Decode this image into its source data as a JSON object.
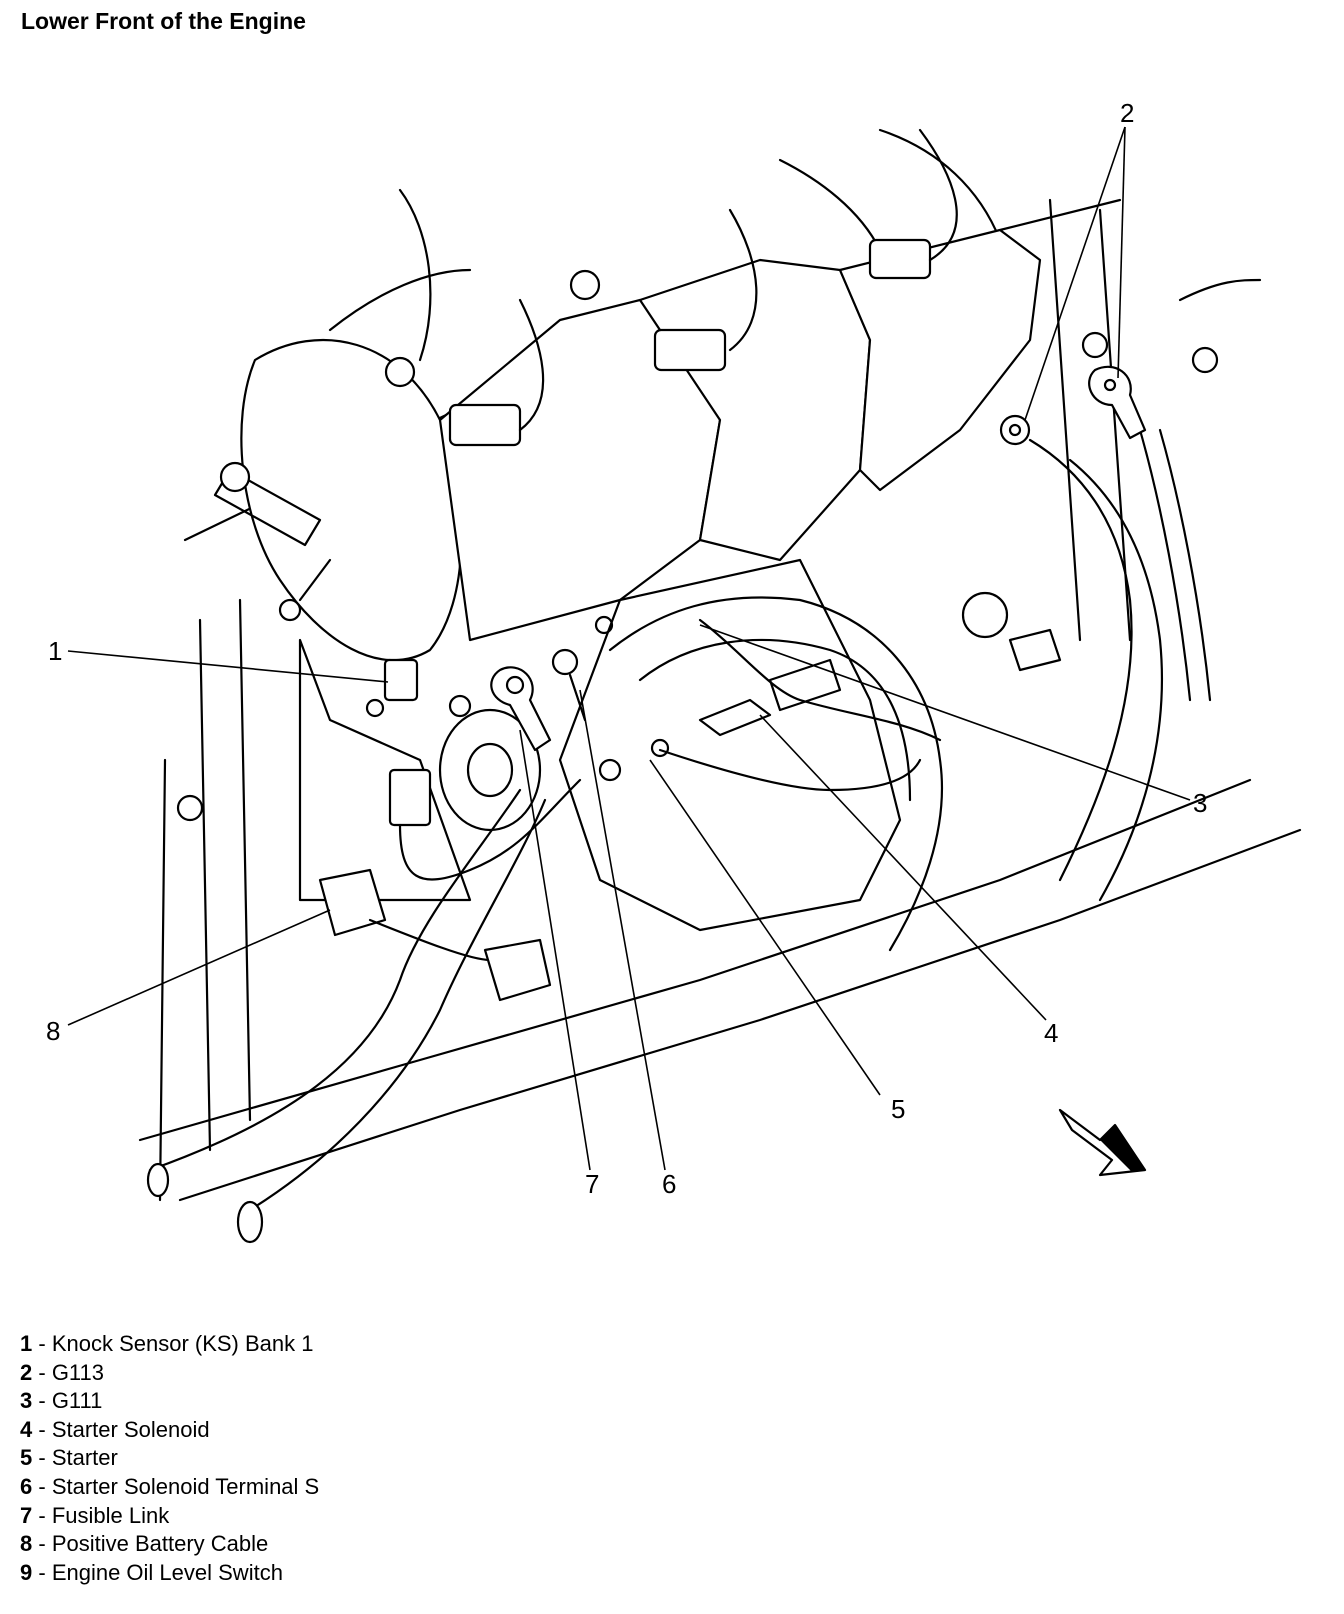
{
  "title": "Lower Front of the Engine",
  "callouts": [
    "1",
    "2",
    "3",
    "4",
    "5",
    "6",
    "7",
    "8"
  ],
  "legend": [
    {
      "num": "1",
      "text": "Knock Sensor (KS) Bank 1"
    },
    {
      "num": "2",
      "text": "G113"
    },
    {
      "num": "3",
      "text": "G111"
    },
    {
      "num": "4",
      "text": "Starter Solenoid"
    },
    {
      "num": "5",
      "text": "Starter"
    },
    {
      "num": "6",
      "text": "Starter Solenoid Terminal S"
    },
    {
      "num": "7",
      "text": "Fusible Link"
    },
    {
      "num": "8",
      "text": "Positive Battery Cable"
    },
    {
      "num": "9",
      "text": "Engine Oil Level Switch"
    }
  ],
  "legend_separator": " - "
}
